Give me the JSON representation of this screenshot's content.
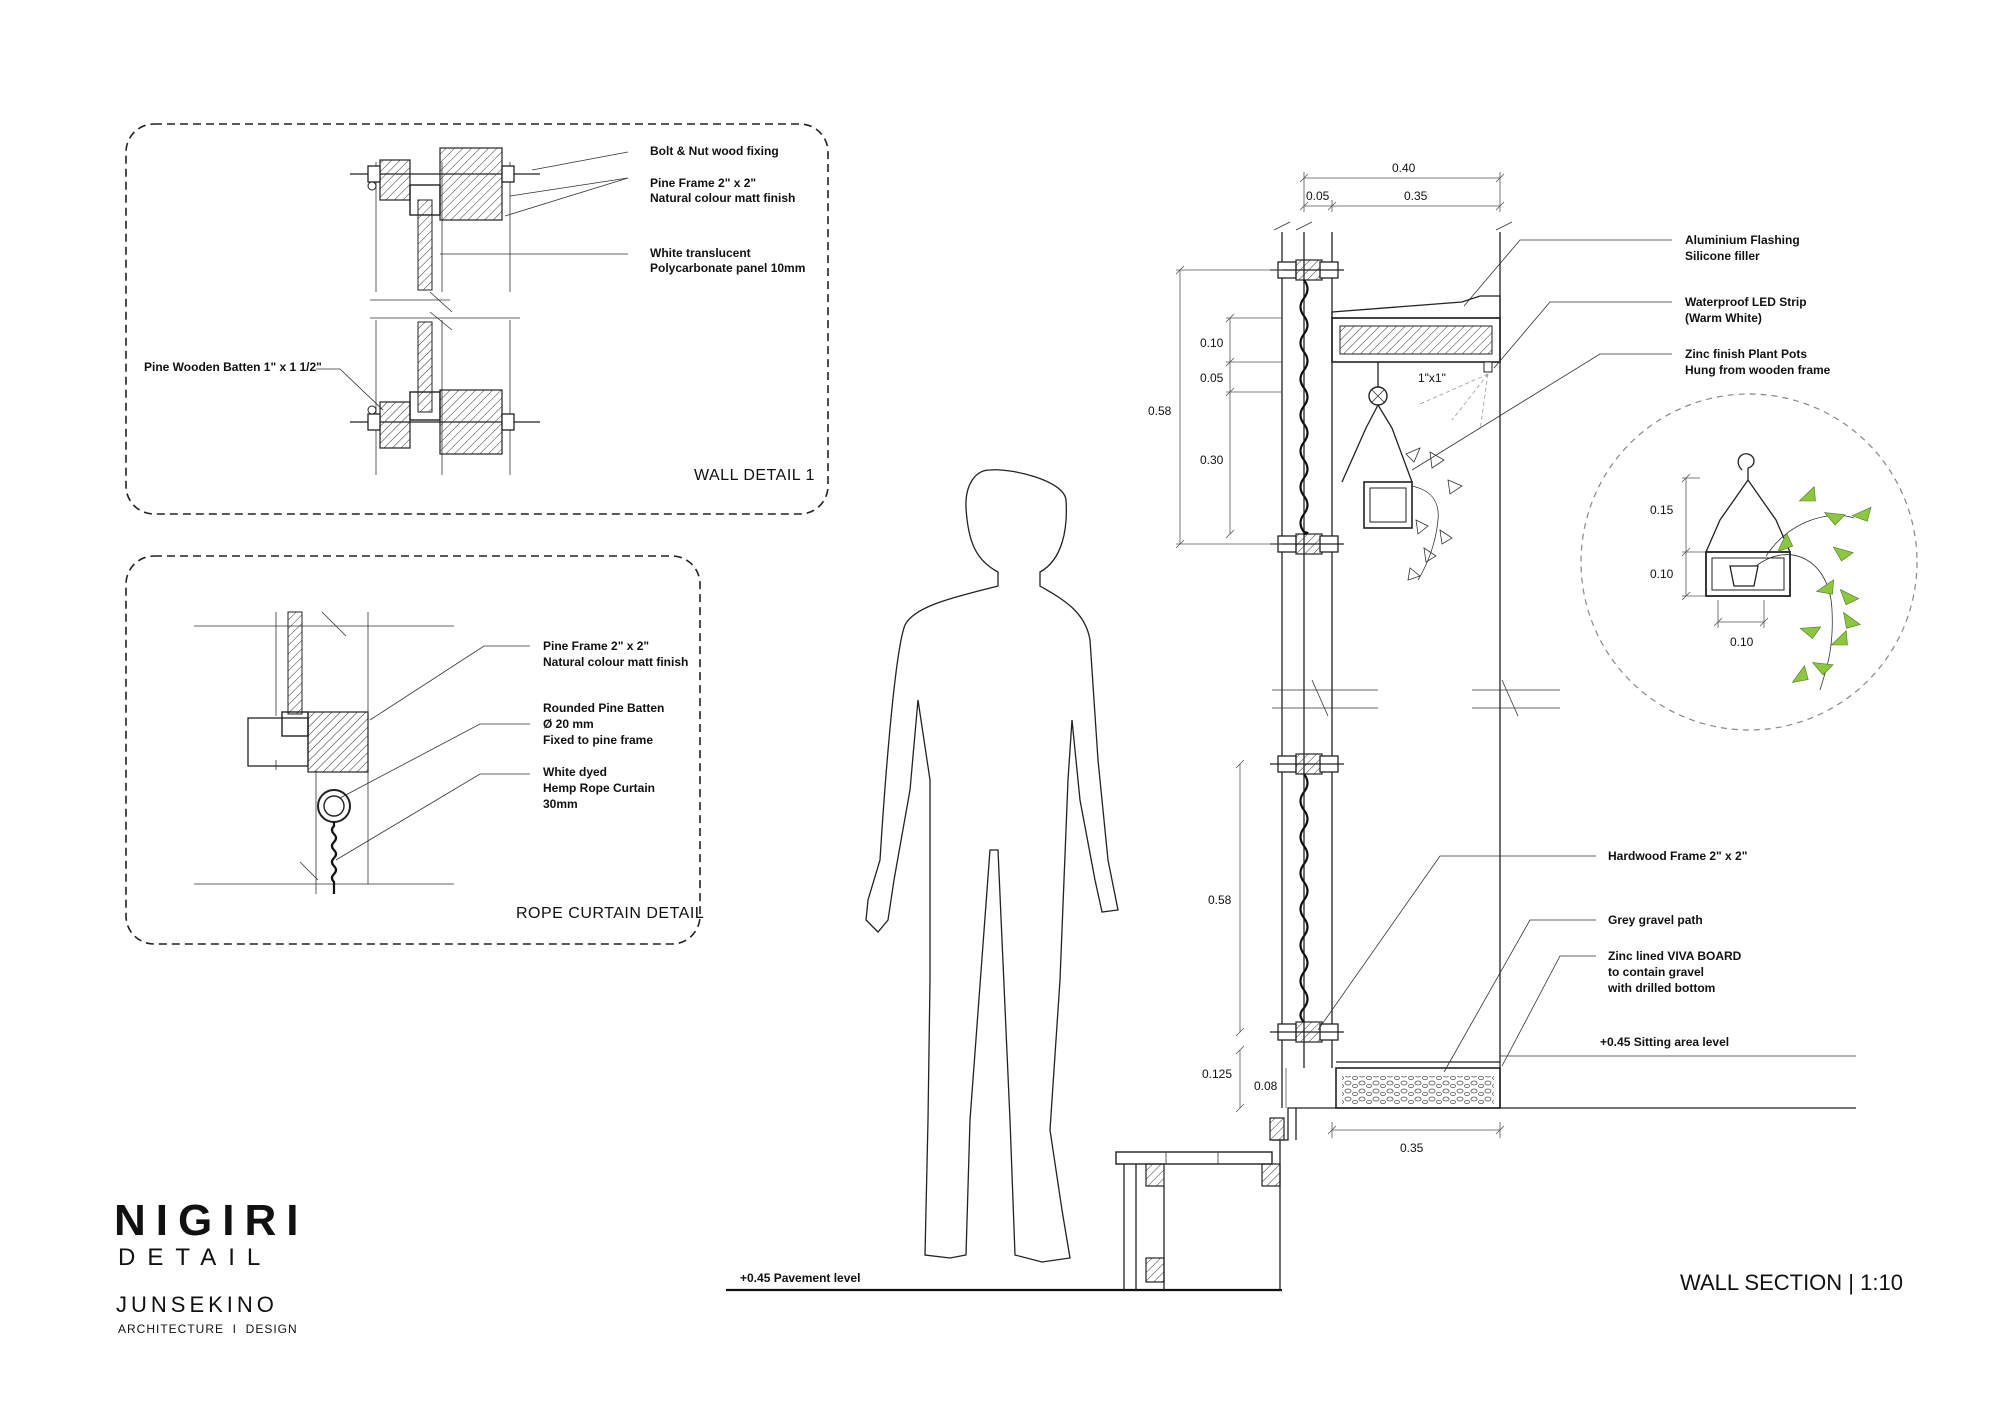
{
  "brand": {
    "name": "NIGIRI",
    "subtitle": "DETAIL",
    "firm": "JUNSEKINO",
    "firm_tagline": "ARCHITECTURE  I  DESIGN"
  },
  "wall_detail_1": {
    "title": "WALL DETAIL 1",
    "labels": {
      "bolt": "Bolt & Nut wood fixing",
      "pine_frame_1": "Pine Frame 2\" x 2\"",
      "pine_frame_2": "Natural colour matt finish",
      "poly_1": "White translucent",
      "poly_2": "Polycarbonate panel 10mm",
      "batten": "Pine Wooden Batten 1\" x 1 1/2\""
    }
  },
  "rope_detail": {
    "title": "ROPE CURTAIN  DETAIL",
    "labels": {
      "pine_frame_1": "Pine Frame 2\" x 2\"",
      "pine_frame_2": "Natural colour matt finish",
      "rounded_1": "Rounded Pine Batten",
      "rounded_2": "Ø 20 mm",
      "rounded_3": "Fixed to pine frame",
      "rope_1": "White dyed",
      "rope_2": "Hemp Rope Curtain",
      "rope_3": "30mm"
    }
  },
  "wall_section": {
    "title": "WALL SECTION  |  1:10",
    "dims": {
      "top_total": "0.40",
      "top_a": "0.05",
      "top_b": "0.35",
      "v_010": "0.10",
      "v_005": "0.05",
      "v_058_top": "0.58",
      "v_030": "0.30",
      "v_058_bottom": "0.58",
      "v_0125": "0.125",
      "v_008": "0.08",
      "bottom_035": "0.35",
      "fixing": "1\"x1\""
    },
    "labels": {
      "flashing_1": "Aluminium Flashing",
      "flashing_2": "Silicone filler",
      "led_1": "Waterproof LED Strip",
      "led_2": "(Warm White)",
      "pots_1": "Zinc finish Plant Pots",
      "pots_2": "Hung from wooden frame",
      "hardwood": "Hardwood Frame 2\" x 2\"",
      "gravel": "Grey gravel path",
      "zinc_1": "Zinc lined VIVA BOARD",
      "zinc_2": "to contain gravel",
      "zinc_3": "with drilled bottom",
      "sitting": "+0.45 Sitting area level",
      "pavement": "+0.45 Pavement level"
    },
    "pot_detail_dims": {
      "d015": "0.15",
      "d010": "0.10",
      "d010w": "0.10"
    }
  },
  "colors": {
    "line": "#222222",
    "leaf": "#8dc63f"
  }
}
